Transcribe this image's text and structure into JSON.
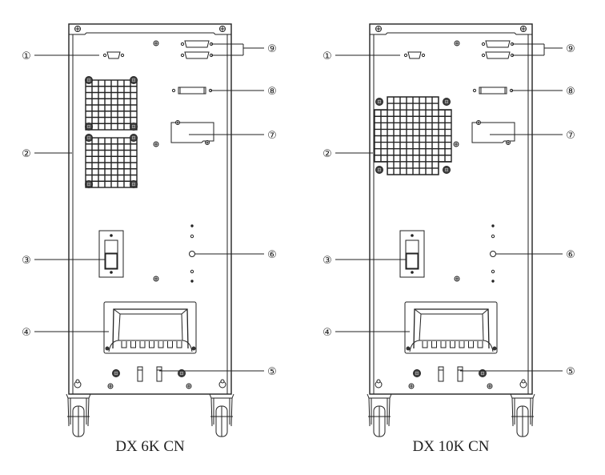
{
  "figure": {
    "units": [
      {
        "id": "dx-6k-cn",
        "caption": "DX 6K CN",
        "fan_layout": "two-small-fans",
        "callouts": [
          {
            "number": "1",
            "glyph": "①",
            "target": "db9-serial-port",
            "side": "left"
          },
          {
            "number": "2",
            "glyph": "②",
            "target": "cooling-fans",
            "side": "left"
          },
          {
            "number": "3",
            "glyph": "③",
            "target": "input-breaker",
            "side": "left"
          },
          {
            "number": "4",
            "glyph": "④",
            "target": "handle",
            "side": "left"
          },
          {
            "number": "5",
            "glyph": "⑤",
            "target": "terminal-block-cover",
            "side": "right"
          },
          {
            "number": "6",
            "glyph": "⑥",
            "target": "round-connector",
            "side": "right"
          },
          {
            "number": "7",
            "glyph": "⑦",
            "target": "cover-plate",
            "side": "right"
          },
          {
            "number": "8",
            "glyph": "⑧",
            "target": "emergency-power-off-port",
            "side": "right"
          },
          {
            "number": "9",
            "glyph": "⑨",
            "target": "parallel-ports",
            "side": "right"
          }
        ]
      },
      {
        "id": "dx-10k-cn",
        "caption": "DX 10K CN",
        "fan_layout": "one-large-fan",
        "callouts": [
          {
            "number": "1",
            "glyph": "①",
            "target": "db9-serial-port",
            "side": "left"
          },
          {
            "number": "2",
            "glyph": "②",
            "target": "cooling-fan",
            "side": "left"
          },
          {
            "number": "3",
            "glyph": "③",
            "target": "input-breaker",
            "side": "left"
          },
          {
            "number": "4",
            "glyph": "④",
            "target": "handle",
            "side": "left"
          },
          {
            "number": "5",
            "glyph": "⑤",
            "target": "terminal-block-cover",
            "side": "right"
          },
          {
            "number": "6",
            "glyph": "⑥",
            "target": "round-connector",
            "side": "right"
          },
          {
            "number": "7",
            "glyph": "⑦",
            "target": "cover-plate",
            "side": "right"
          },
          {
            "number": "8",
            "glyph": "⑧",
            "target": "emergency-power-off-port",
            "side": "right"
          },
          {
            "number": "9",
            "glyph": "⑨",
            "target": "parallel-ports",
            "side": "right"
          }
        ]
      }
    ],
    "colors": {
      "line": "#222222",
      "background": "#ffffff"
    }
  }
}
